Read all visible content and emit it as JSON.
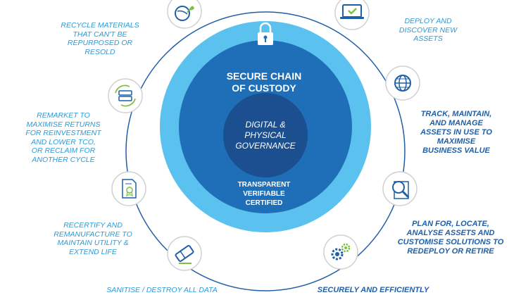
{
  "center": {
    "title": "SECURE CHAIN\nOF CUSTODY",
    "governance": "DIGITAL &\nPHYSICAL\nGOVERNANCE",
    "qualities": "TRANSPARENT\nVERIFIABLE\nCERTIFIED"
  },
  "labels": {
    "deploy": "DEPLOY AND\nDISCOVER NEW\nASSETS",
    "track": "TRACK, MAINTAIN,\nAND MANAGE\nASSETS IN USE TO\nMAXIMISE\nBUSINESS VALUE",
    "plan": "PLAN FOR, LOCATE,\nANALYSE ASSETS  AND\nCUSTOMISE SOLUTIONS TO\nREDEPLOY OR RETIRE",
    "securely": "SECURELY AND EFFICIENTLY",
    "sanitise": "SANITISE / DESTROY ALL DATA",
    "recertify": "RECERTIFY AND\nREMANUFACTURE TO\nMAINTAIN UTILITY &\nEXTEND LIFE",
    "remarket": "REMARKET TO\nMAXIMISE RETURNS\nFOR REINVESTMENT\nAND LOWER TCO,\nOR RECLAIM FOR\nANOTHER CYCLE",
    "recycle": "RECYCLE MATERIALS\nTHAT CAN'T BE\nREPURPOSED OR\nRESOLD"
  },
  "colors": {
    "outer_ring": "#5bc2ef",
    "middle_ring": "#1f6fb8",
    "inner_circle": "#1b4f8f",
    "orbit": "#1f5fa8",
    "label_light": "#2c9ad8",
    "label_dark": "#1f5fa8",
    "icon_green": "#7cc242"
  },
  "icons": [
    "plant-globe-icon",
    "laptop-check-icon",
    "globe-icon",
    "magnifier-document-icon",
    "gears-icon",
    "eraser-icon",
    "certificate-document-icon",
    "server-cycle-icon",
    "padlock-icon"
  ]
}
